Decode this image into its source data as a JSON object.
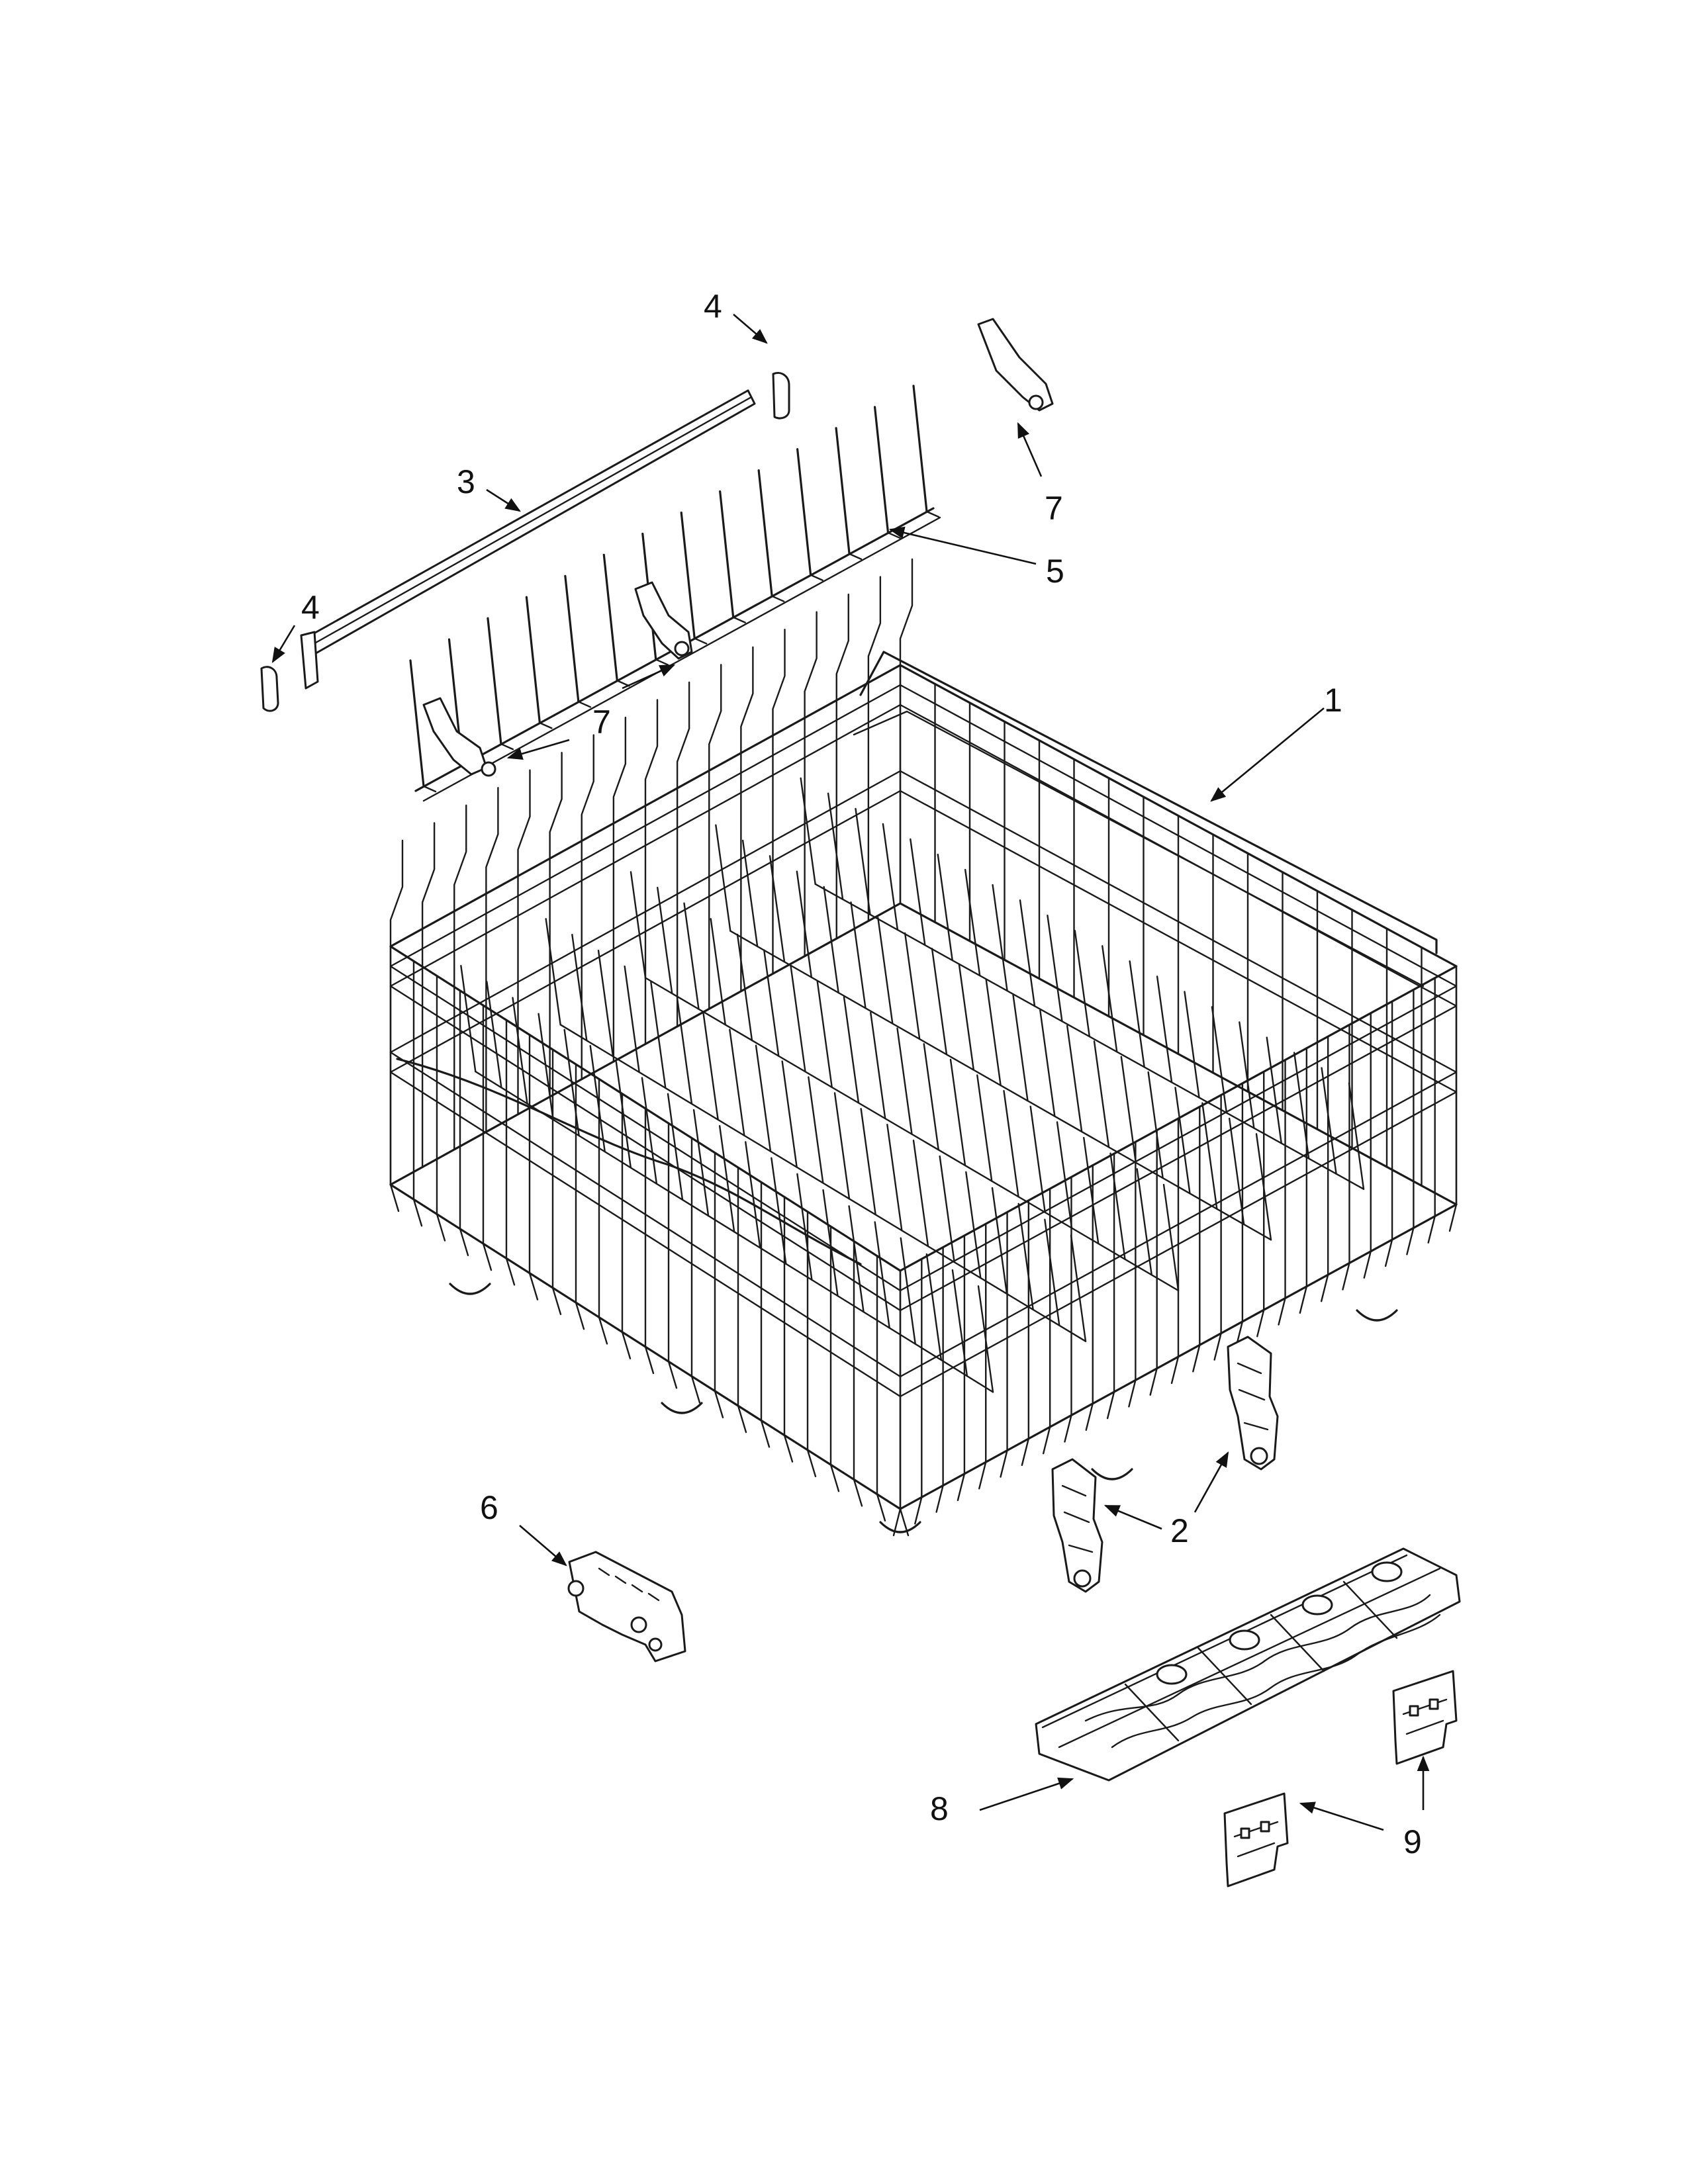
{
  "callouts": [
    {
      "id": "1",
      "text": "1"
    },
    {
      "id": "2",
      "text": "2"
    },
    {
      "id": "3",
      "text": "3"
    },
    {
      "id": "4a",
      "text": "4"
    },
    {
      "id": "4b",
      "text": "4"
    },
    {
      "id": "5",
      "text": "5"
    },
    {
      "id": "6",
      "text": "6"
    },
    {
      "id": "7a",
      "text": "7"
    },
    {
      "id": "7b",
      "text": "7"
    },
    {
      "id": "8",
      "text": "8"
    },
    {
      "id": "9",
      "text": "9"
    }
  ]
}
